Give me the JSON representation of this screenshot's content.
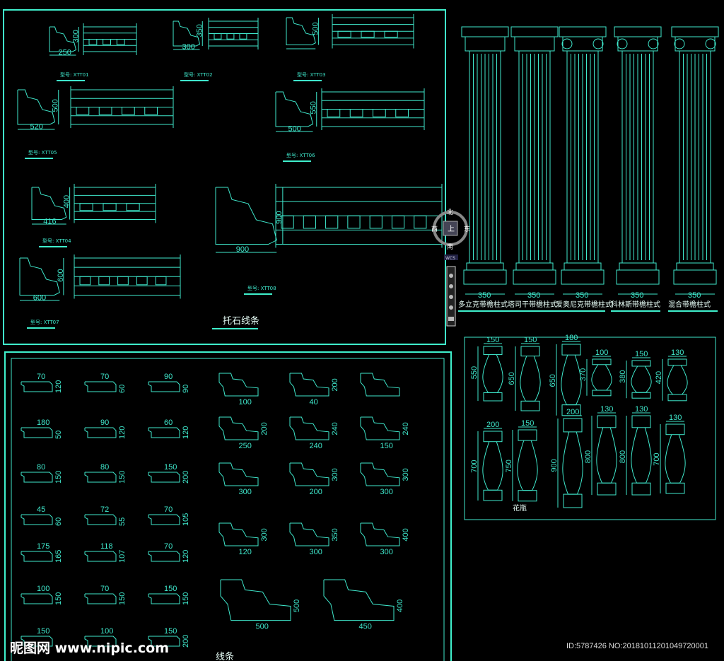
{
  "cornice_panel": {
    "title": "托石线条",
    "models": [
      {
        "label": "型号: XTT01",
        "w": "250",
        "h": "300"
      },
      {
        "label": "型号: XTT02",
        "w": "300",
        "h": "350"
      },
      {
        "label": "型号: XTT03",
        "w": "",
        "h": "500"
      },
      {
        "label": "型号: XTT05",
        "w": "520",
        "h": "500"
      },
      {
        "label": "型号: XTT06",
        "w": "500",
        "h": "550"
      },
      {
        "label": "型号: XTT04",
        "w": "416",
        "h": "400"
      },
      {
        "label": "型号: XTT07",
        "w": "600",
        "h": "600"
      },
      {
        "label": "型号: XTT08",
        "w": "900",
        "h": "900"
      }
    ]
  },
  "columns": {
    "items": [
      {
        "name": "多立克带檐柱式",
        "dim": "350"
      },
      {
        "name": "塔司干带檐柱式",
        "dim": "350"
      },
      {
        "name": "爱奥尼克带檐柱式",
        "dim": "350"
      },
      {
        "name": "科林斯带檐柱式",
        "dim": "350"
      },
      {
        "name": "混合带檐柱式",
        "dim": "350"
      }
    ]
  },
  "balusters": {
    "title": "花瓶",
    "items": [
      {
        "w": "150",
        "h": "550"
      },
      {
        "w": "150",
        "h": "650"
      },
      {
        "w": "180",
        "h": "650"
      },
      {
        "w": "100",
        "h": "370"
      },
      {
        "w": "150",
        "h": "380"
      },
      {
        "w": "130",
        "h": "420"
      },
      {
        "w": "200",
        "h": "700"
      },
      {
        "w": "150",
        "h": "750"
      },
      {
        "w": "200",
        "h": "900"
      },
      {
        "w": "130",
        "h": "800"
      },
      {
        "w": "130",
        "h": "800"
      },
      {
        "w": "130",
        "h": "700"
      }
    ]
  },
  "moldings_panel": {
    "title": "线条",
    "items": [
      {
        "w": "70",
        "h": "120"
      },
      {
        "w": "70",
        "h": "60"
      },
      {
        "w": "90",
        "h": "90"
      },
      {
        "w": "180",
        "h": "50"
      },
      {
        "w": "90",
        "h": "120"
      },
      {
        "w": "60",
        "h": "120"
      },
      {
        "w": "80",
        "h": "150"
      },
      {
        "w": "80",
        "h": "150"
      },
      {
        "w": "150",
        "h": "200"
      },
      {
        "w": "45",
        "h": "60"
      },
      {
        "w": "72",
        "h": "55"
      },
      {
        "w": "70",
        "h": "105"
      },
      {
        "w": "175",
        "h": "165"
      },
      {
        "w": "118",
        "h": "107"
      },
      {
        "w": "70",
        "h": "120"
      },
      {
        "w": "100",
        "h": "150"
      },
      {
        "w": "70",
        "h": "150"
      },
      {
        "w": "150",
        "h": "150"
      },
      {
        "w": "150",
        "h": ""
      },
      {
        "w": "100",
        "h": ""
      },
      {
        "w": "150",
        "h": "200"
      }
    ],
    "large_items": [
      {
        "w": "100",
        "h": ""
      },
      {
        "w": "40",
        "h": "200"
      },
      {
        "w": "",
        "h": ""
      },
      {
        "w": "250",
        "h": "200"
      },
      {
        "w": "240",
        "h": "240"
      },
      {
        "w": "150",
        "h": "240"
      },
      {
        "w": "300",
        "h": ""
      },
      {
        "w": "200",
        "h": "300"
      },
      {
        "w": "300",
        "h": "300"
      },
      {
        "w": "120",
        "h": "300"
      },
      {
        "w": "300",
        "h": "350"
      },
      {
        "w": "300",
        "h": "400"
      },
      {
        "w": "500",
        "h": "500"
      },
      {
        "w": "450",
        "h": "400"
      }
    ]
  },
  "viewcube": {
    "north": "北",
    "east": "东",
    "south": "南",
    "west": "西",
    "face": "上",
    "wcs": "WCS"
  },
  "watermark": {
    "site": "昵图网 www.nipic.com",
    "id": "ID:5787426 NO:20181011201049720001"
  },
  "colors": {
    "line": "#3fe8cc",
    "background": "#000000"
  }
}
